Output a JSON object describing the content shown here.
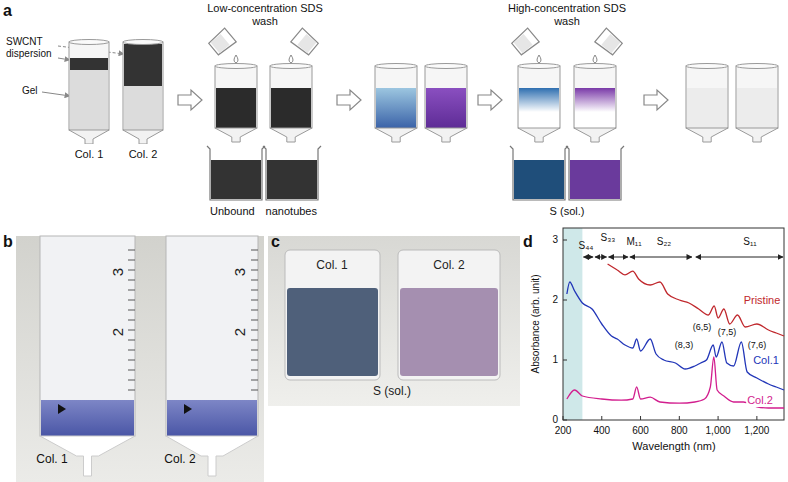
{
  "diagram": {
    "nodes": [
      {
        "text": [
          "Col. 1"
        ]
      },
      {
        "text": [
          "Col. 2"
        ]
      }
    ],
    "labels": [
      "a",
      "SWCNT dispersion",
      "Gel",
      "Low-concentration SDS wash",
      "Unbound nanotubes",
      "High-concentration SDS wash",
      "S (sol.)",
      "b",
      "3",
      "2",
      "3",
      "2",
      "Col. 1",
      "Col. 2",
      "c",
      "Col. 1",
      "Col. 2",
      "S (sol.)",
      "d",
      "3",
      "2",
      "1",
      "0",
      "200",
      "400",
      "600",
      "800",
      "1,000",
      "1,200",
      "Absorbance (arb. unit)",
      "Wavelength (nm)",
      "S₃₃",
      "S₄₄",
      "M₁₁",
      "S₂₂",
      "S₁₁",
      "Pristine",
      "(6,5)",
      "(7,5)",
      "(8,3)",
      "(7,6)",
      "Col.1",
      "Col.2"
    ]
  }
}
